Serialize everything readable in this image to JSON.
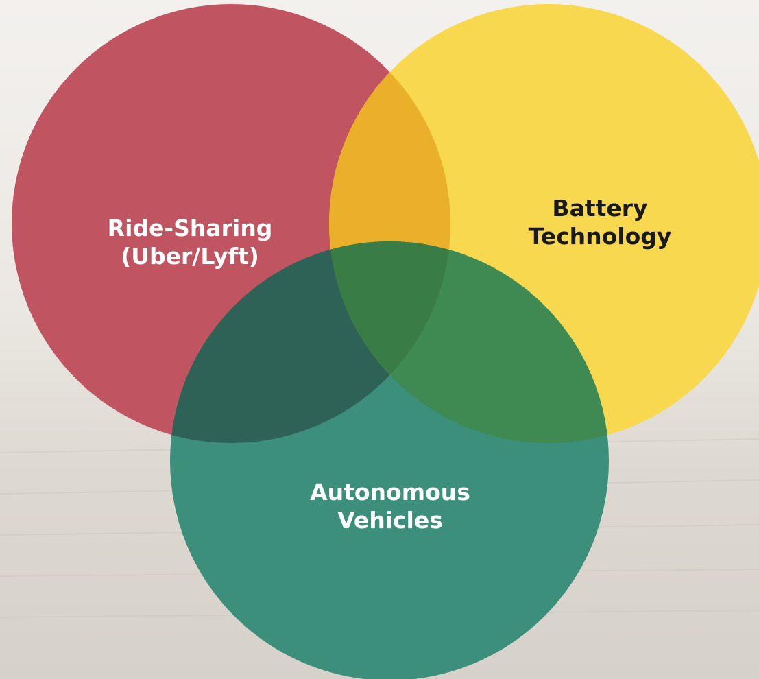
{
  "diagram": {
    "type": "venn",
    "sets": [
      {
        "id": "ride",
        "label": "Ride-Sharing\n(Uber/Lyft)",
        "color": "#c05461"
      },
      {
        "id": "battery",
        "label": "Battery\nTechnology",
        "color": "#f8d84e"
      },
      {
        "id": "auto",
        "label": "Autonomous\nVehicles",
        "color": "#3b8f7b"
      }
    ],
    "overlap_colors": {
      "ride_battery": "#ebb02a",
      "ride_auto": "#2f6257",
      "battery_auto": "#3f8a52",
      "all": "#3a7c46"
    },
    "background": "#eceae6"
  }
}
